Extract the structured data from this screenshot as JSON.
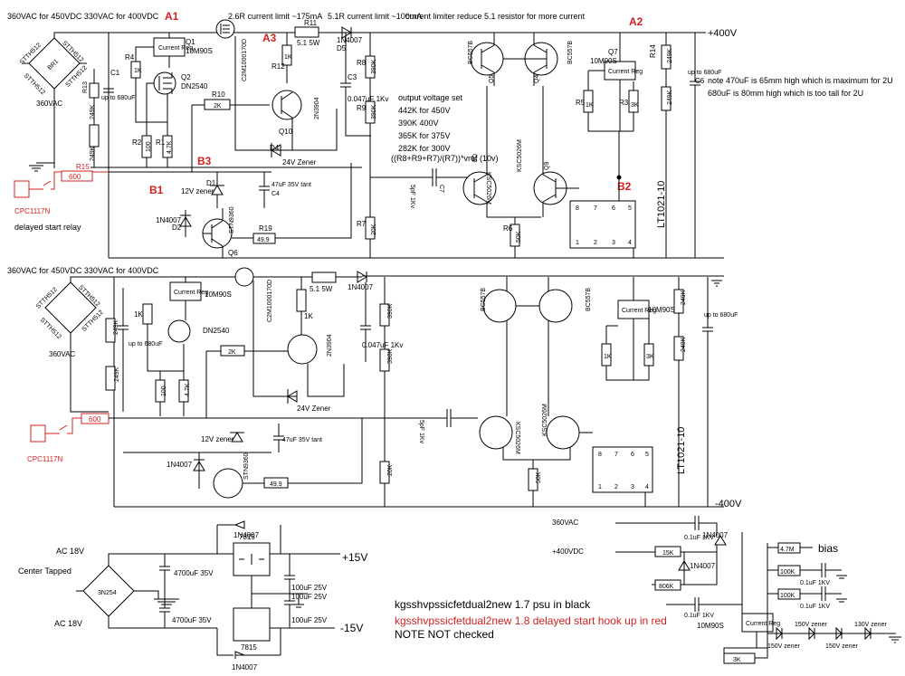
{
  "header": {
    "input_note_1": "360VAC for 450VDC 330VAC for 400VDC",
    "current_limit_1": "2.6R current limit ~175mA",
    "current_limit_2": "5.1R current limit ~100mA",
    "limiter_note": "current limiter reduce 5.1 resistor for more current",
    "input_note_2": "360VAC for 450VDC 330VAC for 400VDC"
  },
  "test_points": {
    "a1": "A1",
    "a2": "A2",
    "a3": "A3",
    "b1": "B1",
    "b2": "B2",
    "b3": "B3"
  },
  "rails": {
    "pos400": "+400V",
    "neg400": "-400V",
    "pos15": "+15V",
    "neg15": "-15V",
    "vac360": "360VAC",
    "vdc400": "+400VDC"
  },
  "notes": {
    "cap_note_1": "note 470uF is 65mm high which is maximum for 2U",
    "cap_note_2": "680uF is 80mm high which is too tall for 2U",
    "voltage_set_title": "output voltage set",
    "set_450": "442K for 450V",
    "set_400": "390K 400V",
    "set_375": "365K for 375V",
    "set_300": "282K for 300V",
    "formula": "((R8+R9+R7)/(R7))*vref (10v)"
  },
  "footer": {
    "line_black": "kgsshvpssicfetdual2new 1.7 psu in black",
    "line_red": "kgsshvpssicfetdual2new 1.8 delayed start hook up in red",
    "line_note": "NOTE NOT checked"
  },
  "relay": {
    "label_1": "CPC1117N",
    "label_2": "CPC1117N",
    "caption": "delayed start relay",
    "r15": "R15",
    "r15_val": "600",
    "r_low_val": "600"
  },
  "components": {
    "bridge_1": [
      "STTH512",
      "STTH512",
      "STTH512",
      "STTH512"
    ],
    "bridge_1_label": "BR1",
    "vac_1": "360VAC",
    "vac_2": "360VAC",
    "q1": "Q1",
    "q1_part": "10M90S",
    "current_reg": "Current Reg",
    "q2": "Q2",
    "q2_part": "DN2540",
    "r4": "R4",
    "r4_val": "1K",
    "r2": "R2",
    "r2_val": "100",
    "r1": "R1",
    "r1_val": "4.7K",
    "r13": "R13",
    "r13_val": "249K",
    "r_249k": "249K",
    "c1": "C1",
    "c1_val": "up to 680uF",
    "mosfet_1": "C2M1000170D",
    "r12": "R12",
    "r12_val": "1K",
    "r11": "R11",
    "r11_val": "5.1 5W",
    "r10": "R10",
    "r10_val": "2K",
    "q10": "Q10",
    "q10_part": "2N3904",
    "d4": "D4",
    "d4_val": "24V Zener",
    "d5": "D5",
    "d5_val": "1N4007",
    "r8": "R8",
    "r8_val": "390K",
    "r9": "R9",
    "r9_val": "390K",
    "c3": "C3",
    "c3_val": "0.047uF 1Kv",
    "q5": "Q5",
    "q5_part": "BC557B",
    "q4": "Q4",
    "q4_part": "BC557B",
    "q8": "Q8",
    "q8_part": "KSC5026M",
    "q9": "Q9",
    "q9_part": "KSC5026M",
    "c7": "C7",
    "c7_val": "5pF 1Kv",
    "r6": "R6",
    "r6_val": "50K",
    "r7": "R7",
    "r7_val": "20K",
    "d1": "D1",
    "d1_val": "12V zener",
    "c4": "C4",
    "c4_val": "47uF 35V tant",
    "d2": "D2",
    "d2_val": "1N4007",
    "q6": "Q6",
    "q6_part": "STN9360",
    "r19": "R19",
    "r19_val": "49.9",
    "q7": "Q7",
    "q7_part": "10M90S",
    "r5": "R5",
    "r5_val": "1K",
    "r3": "R3",
    "r3_val": "3K",
    "r14": "R14",
    "r14_val": "249K",
    "c6": "C6",
    "c6_val": "up to 680uF",
    "lt1021": "LT1021-10",
    "pin_top": [
      "8",
      "7",
      "6",
      "5"
    ],
    "pin_bot": [
      "1",
      "2",
      "3",
      "4"
    ],
    "low_mosfet": "C2M1000170D",
    "low_r51": "5.1 5W",
    "low_d": "1N4007",
    "low_reg": "10M90S",
    "low_dn": "DN2540",
    "low_1k": "1K",
    "low_100": "100",
    "low_47k": "4.7K",
    "low_2k": "2K",
    "low_2n3904": "2N3904",
    "low_24z": "24V Zener",
    "low_390k_a": "390K",
    "low_390k_b": "390K",
    "low_c047": "0.047uF 1Kv",
    "low_bc1": "BC557B",
    "low_bc2": "BC557B",
    "low_ksc1": "KSC5026M",
    "low_ksc2": "KSC5026M",
    "low_5pf": "5pF 1Kv",
    "low_20k": "20K",
    "low_50k": "50K",
    "low_12z": "12V zener",
    "low_47uf": "47uF 35V tant",
    "low_1n4007": "1N4007",
    "low_stn": "STN9360",
    "low_499": "49.9",
    "low_reg2": "10M90S",
    "low_1k_b": "1K",
    "low_3k": "3K",
    "low_249k_a": "249K",
    "low_249k_b": "249K",
    "low_249k_c": "249K",
    "low_249k_d": "249K",
    "low_cap": "up to 680uF",
    "low_cap2": "up to 680uF",
    "low_lt": "LT1021-10",
    "ps_ac1": "AC 18V",
    "ps_ct": "Center Tapped",
    "ps_ac2": "AC 18V",
    "ps_bridge": "3N254",
    "ps_d1": "1N4007",
    "ps_d2": "1N4007",
    "ps_reg1": "7815",
    "ps_reg2": "7815",
    "ps_c1": "4700uF 35V",
    "ps_c2": "4700uF 35V",
    "ps_c3": "100uF 25V",
    "ps_c4": "100uF 25V",
    "ps_c5": "100uF 25V",
    "bias_c1": "0.1uF 1KV",
    "bias_c2": "0.1uF 1KV",
    "bias_d1": "1N4007",
    "bias_d2": "1N4007",
    "bias_15k": "15K",
    "bias_806k": "806K",
    "bias_reg": "10M90S",
    "bias_3k": "3K",
    "bias_label": "bias",
    "bias_47m": "4.7M",
    "bias_100k_1": "100K",
    "bias_100k_2": "100K",
    "bias_c3": "0.1uF 1KV",
    "bias_c4": "0.1uF 1KV",
    "bias_z1": "150V zener",
    "bias_z2": "150V zener",
    "bias_z3": "150V zener",
    "bias_z4": "130V zener"
  }
}
